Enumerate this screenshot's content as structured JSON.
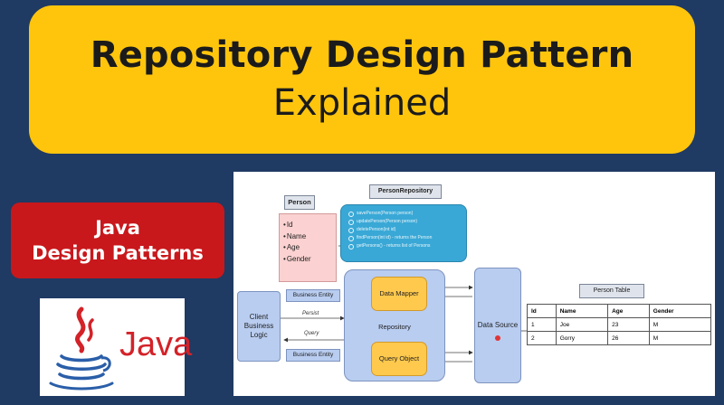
{
  "title": {
    "line1": "Repository Design Pattern",
    "line2": "Explained"
  },
  "badge": {
    "line1": "Java",
    "line2": "Design Patterns"
  },
  "logo": {
    "text": "Java",
    "icon": "java-coffee-cup-icon"
  },
  "diagram": {
    "person": {
      "label": "Person",
      "fields": [
        "Id",
        "Name",
        "Age",
        "Gender"
      ]
    },
    "person_repository": {
      "label": "PersonRepository",
      "methods": [
        "savePerson(Person person)",
        "updatePerson(Person person)",
        "deletePerson(int id)",
        "findPerson(int id) - returns the Person",
        "getPersons() - returns list of Persons"
      ]
    },
    "client": {
      "label": "Client Business Logic"
    },
    "business_entity_top": "Business Entity",
    "business_entity_bottom": "Business Entity",
    "edge_persist": "Persist",
    "edge_query": "Query",
    "repository": {
      "label": "Repository"
    },
    "data_mapper": {
      "label": "Data Mapper"
    },
    "query_object": {
      "label": "Query Object"
    },
    "data_source": {
      "label": "Data Source"
    },
    "person_table": {
      "label": "Person Table",
      "columns": [
        "Id",
        "Name",
        "Age",
        "Gender"
      ],
      "rows": [
        [
          "1",
          "Joe",
          "23",
          "M"
        ],
        [
          "2",
          "Gorry",
          "26",
          "M"
        ]
      ]
    }
  },
  "colors": {
    "background": "#1f3a63",
    "title_box": "#ffc50d",
    "badge": "#c8181c",
    "entity_blue": "#b9cdf1",
    "mapper_orange": "#ffc94d",
    "methods_teal": "#39a8d6",
    "person_pink": "#fbd1d1"
  }
}
